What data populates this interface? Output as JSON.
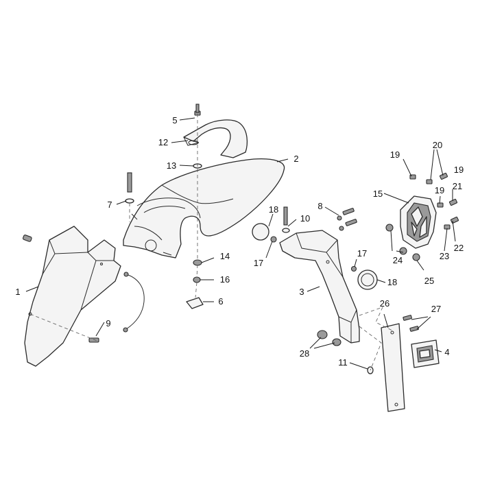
{
  "diagram": {
    "callouts": [
      {
        "id": "c1",
        "text": "1"
      },
      {
        "id": "c2",
        "text": "2"
      },
      {
        "id": "c3",
        "text": "3"
      },
      {
        "id": "c4",
        "text": "4"
      },
      {
        "id": "c5",
        "text": "5"
      },
      {
        "id": "c6",
        "text": "6"
      },
      {
        "id": "c7",
        "text": "7"
      },
      {
        "id": "c8",
        "text": "8"
      },
      {
        "id": "c9",
        "text": "9"
      },
      {
        "id": "c10",
        "text": "10"
      },
      {
        "id": "c11",
        "text": "11"
      },
      {
        "id": "c12",
        "text": "12"
      },
      {
        "id": "c13",
        "text": "13"
      },
      {
        "id": "c14",
        "text": "14"
      },
      {
        "id": "c15",
        "text": "15"
      },
      {
        "id": "c16",
        "text": "16"
      },
      {
        "id": "c17a",
        "text": "17"
      },
      {
        "id": "c17b",
        "text": "17"
      },
      {
        "id": "c18a",
        "text": "18"
      },
      {
        "id": "c18b",
        "text": "18"
      },
      {
        "id": "c19a",
        "text": "19"
      },
      {
        "id": "c19b",
        "text": "19"
      },
      {
        "id": "c19c",
        "text": "19"
      },
      {
        "id": "c20",
        "text": "20"
      },
      {
        "id": "c21",
        "text": "21"
      },
      {
        "id": "c22",
        "text": "22"
      },
      {
        "id": "c23",
        "text": "23"
      },
      {
        "id": "c24",
        "text": "24"
      },
      {
        "id": "c25",
        "text": "25"
      },
      {
        "id": "c26",
        "text": "26"
      },
      {
        "id": "c27",
        "text": "27"
      },
      {
        "id": "c28",
        "text": "28"
      }
    ]
  }
}
